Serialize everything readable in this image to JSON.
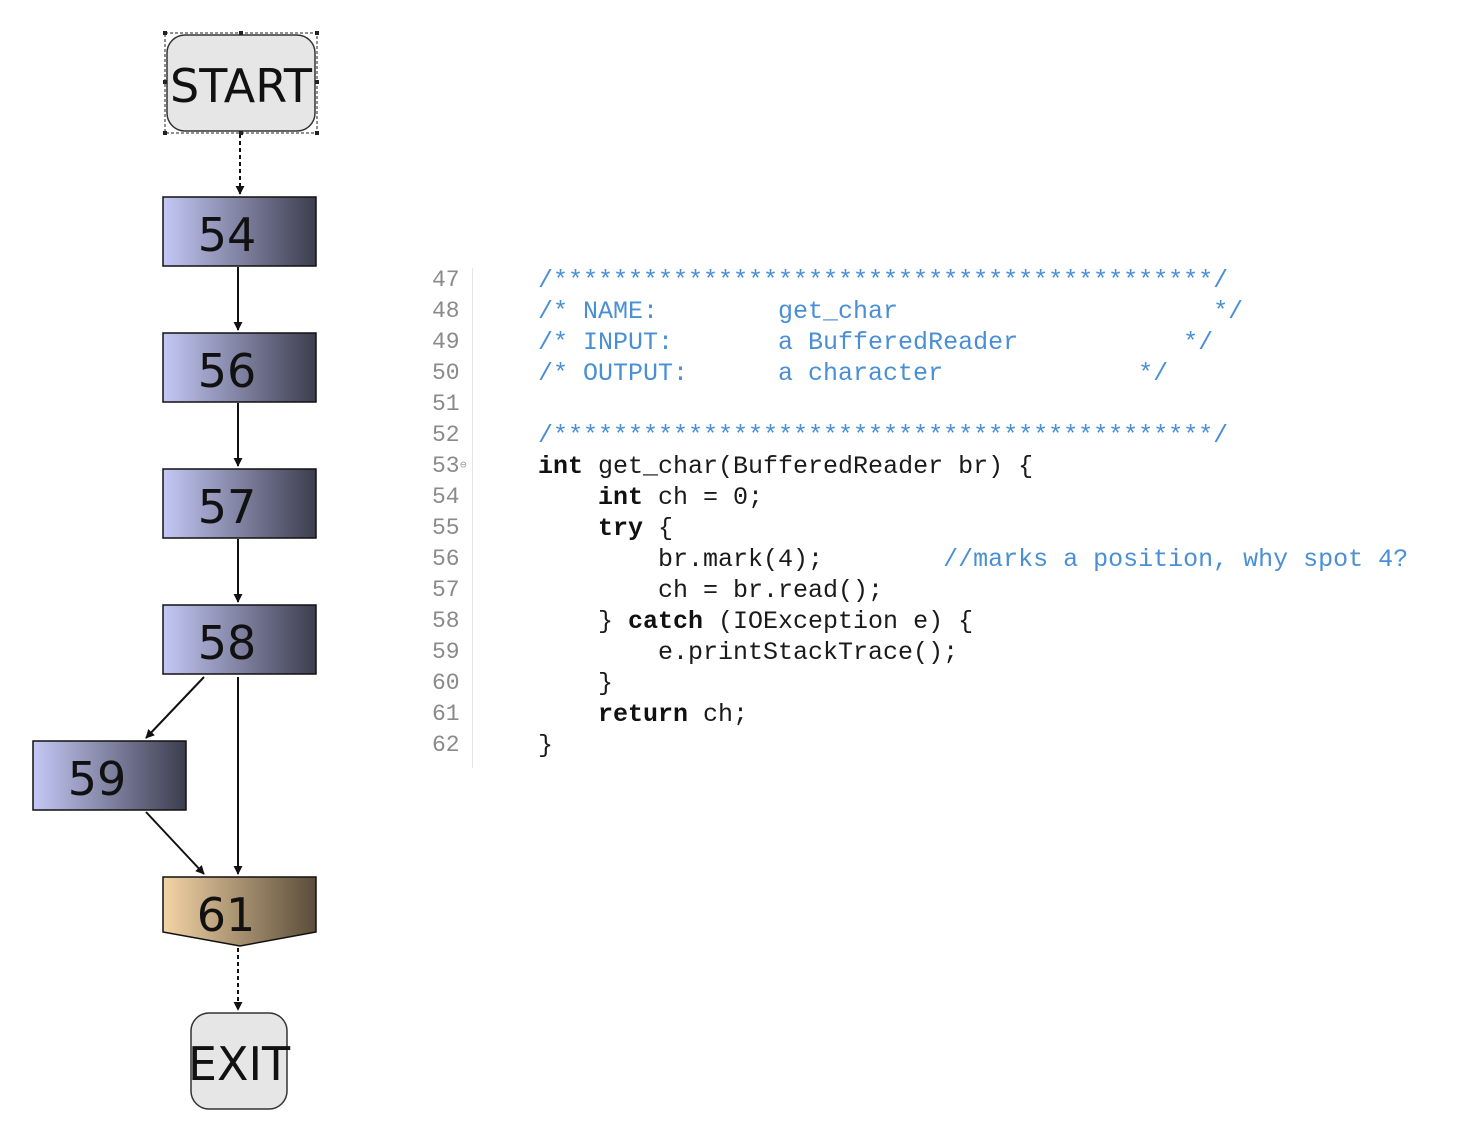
{
  "flowchart": {
    "start_label": "START",
    "exit_label": "EXIT",
    "nodes": [
      {
        "id": "54",
        "label": "54",
        "kind": "statement"
      },
      {
        "id": "56",
        "label": "56",
        "kind": "statement"
      },
      {
        "id": "57",
        "label": "57",
        "kind": "statement"
      },
      {
        "id": "58",
        "label": "58",
        "kind": "statement"
      },
      {
        "id": "59",
        "label": "59",
        "kind": "statement"
      },
      {
        "id": "61",
        "label": "61",
        "kind": "merge"
      }
    ],
    "edges": [
      {
        "from": "START",
        "to": "54",
        "style": "dashed"
      },
      {
        "from": "54",
        "to": "56",
        "style": "solid"
      },
      {
        "from": "56",
        "to": "57",
        "style": "solid"
      },
      {
        "from": "57",
        "to": "58",
        "style": "solid"
      },
      {
        "from": "58",
        "to": "59",
        "style": "solid"
      },
      {
        "from": "58",
        "to": "61",
        "style": "solid"
      },
      {
        "from": "59",
        "to": "61",
        "style": "solid"
      },
      {
        "from": "61",
        "to": "EXIT",
        "style": "dashed"
      }
    ],
    "colors": {
      "statement_light": "#c4c8f5",
      "statement_dark": "#3c3d4e",
      "merge_light": "#f4d4a6",
      "merge_dark": "#5a4d3a",
      "terminal_fill": "#e6e6e6"
    }
  },
  "code": {
    "comment_color": "#4a8fd6",
    "lines": [
      {
        "number": "47",
        "fold": "",
        "segments": [
          {
            "type": "cm",
            "text": "/********************************************/"
          }
        ]
      },
      {
        "number": "48",
        "fold": "",
        "segments": [
          {
            "type": "cm",
            "text": "/* NAME:        get_char                     */"
          }
        ]
      },
      {
        "number": "49",
        "fold": "",
        "segments": [
          {
            "type": "cm",
            "text": "/* INPUT:       a BufferedReader           */"
          }
        ]
      },
      {
        "number": "50",
        "fold": "",
        "segments": [
          {
            "type": "cm",
            "text": "/* OUTPUT:      a character             */"
          }
        ]
      },
      {
        "number": "51",
        "fold": "",
        "segments": []
      },
      {
        "number": "52",
        "fold": "",
        "segments": [
          {
            "type": "cm",
            "text": "/********************************************/"
          }
        ]
      },
      {
        "number": "53",
        "fold": "⊖",
        "segments": [
          {
            "type": "kw",
            "text": "int"
          },
          {
            "type": "pl",
            "text": " get_char(BufferedReader br) {"
          }
        ]
      },
      {
        "number": "54",
        "fold": "",
        "segments": [
          {
            "type": "pl",
            "text": "    "
          },
          {
            "type": "kw",
            "text": "int"
          },
          {
            "type": "pl",
            "text": " ch = 0;"
          }
        ]
      },
      {
        "number": "55",
        "fold": "",
        "segments": [
          {
            "type": "pl",
            "text": "    "
          },
          {
            "type": "kw",
            "text": "try"
          },
          {
            "type": "pl",
            "text": " {"
          }
        ]
      },
      {
        "number": "56",
        "fold": "",
        "segments": [
          {
            "type": "pl",
            "text": "        br.mark(4);        "
          },
          {
            "type": "cm",
            "text": "//marks a position, why spot 4?"
          }
        ]
      },
      {
        "number": "57",
        "fold": "",
        "segments": [
          {
            "type": "pl",
            "text": "        ch = br.read();"
          }
        ]
      },
      {
        "number": "58",
        "fold": "",
        "segments": [
          {
            "type": "pl",
            "text": "    } "
          },
          {
            "type": "kw",
            "text": "catch"
          },
          {
            "type": "pl",
            "text": " (IOException e) {"
          }
        ]
      },
      {
        "number": "59",
        "fold": "",
        "segments": [
          {
            "type": "pl",
            "text": "        e.printStackTrace();"
          }
        ]
      },
      {
        "number": "60",
        "fold": "",
        "segments": [
          {
            "type": "pl",
            "text": "    }"
          }
        ]
      },
      {
        "number": "61",
        "fold": "",
        "segments": [
          {
            "type": "pl",
            "text": "    "
          },
          {
            "type": "kw",
            "text": "return"
          },
          {
            "type": "pl",
            "text": " ch;"
          }
        ]
      },
      {
        "number": "62",
        "fold": "",
        "segments": [
          {
            "type": "pl",
            "text": "}"
          }
        ]
      }
    ]
  }
}
